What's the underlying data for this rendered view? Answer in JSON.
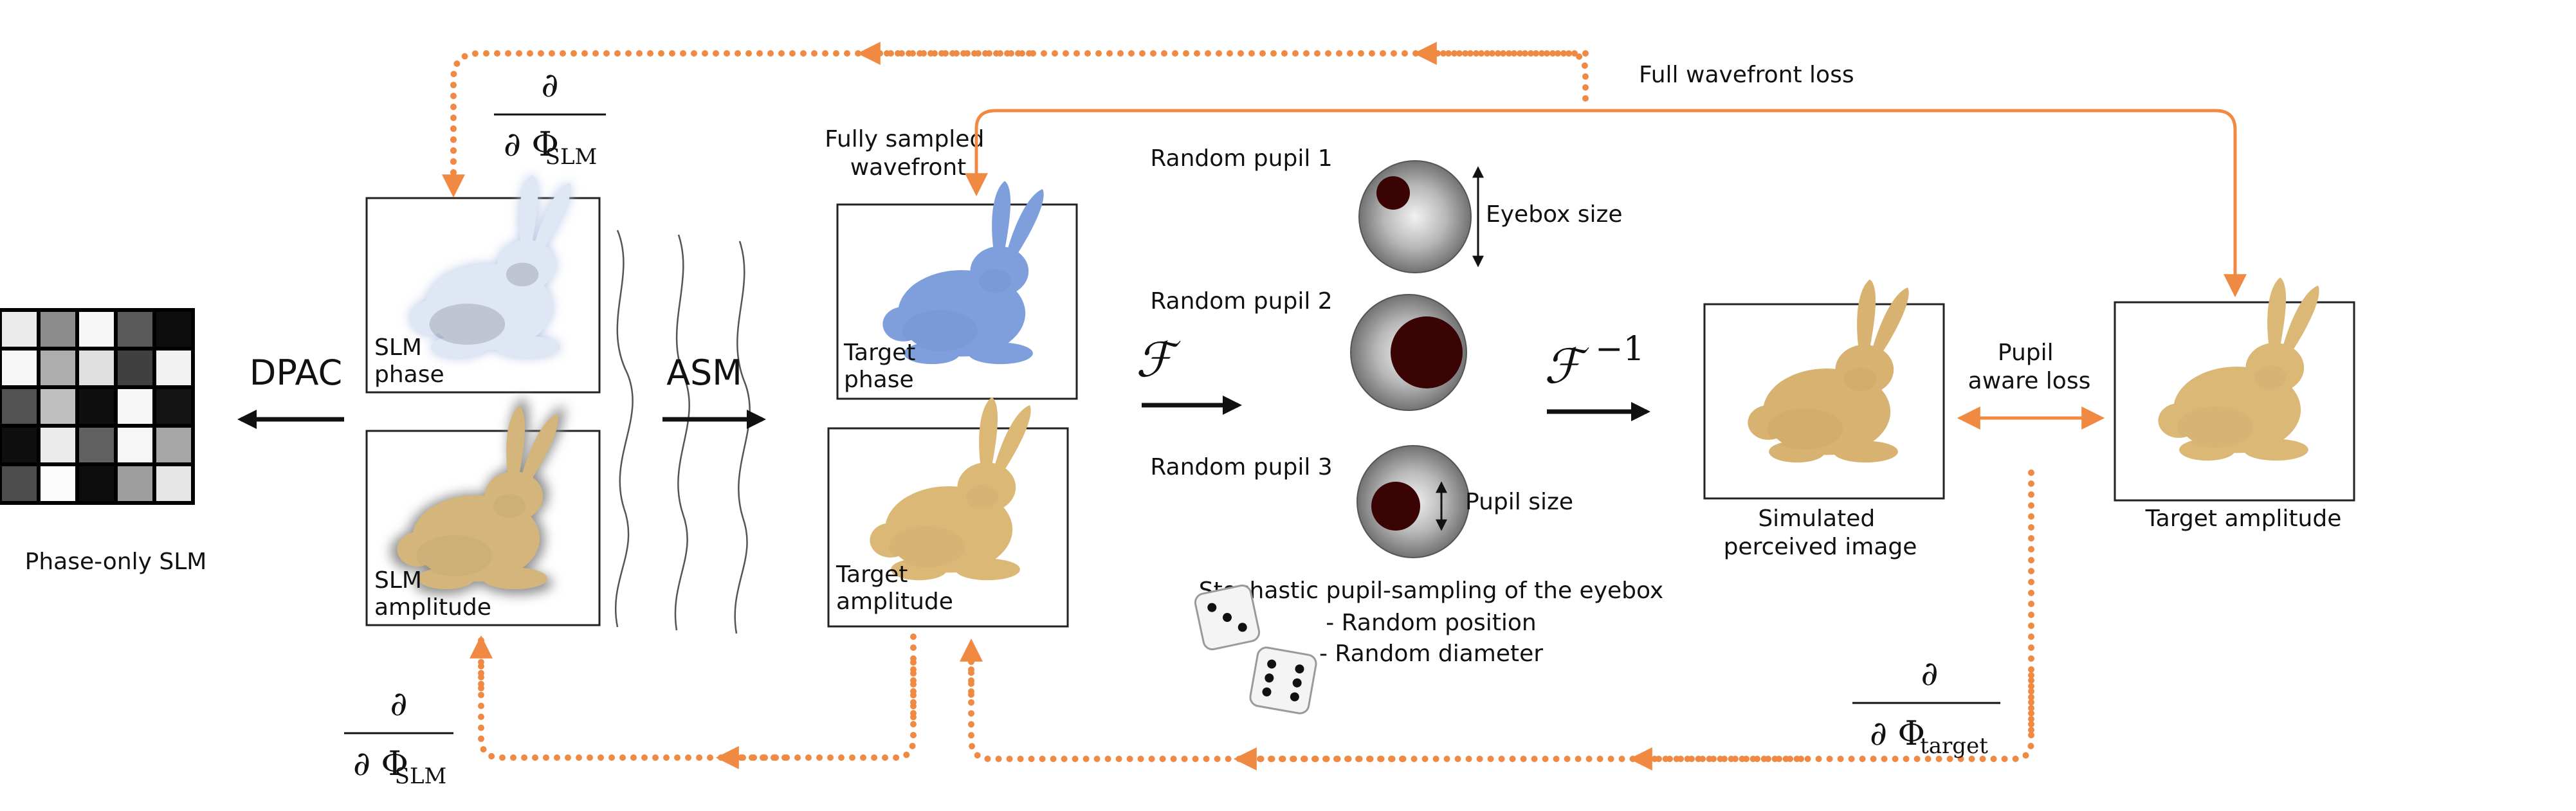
{
  "labels": {
    "slm_caption": "Phase-only SLM",
    "dpac": "DPAC",
    "asm": "ASM",
    "slm_phase": [
      "SLM",
      "phase"
    ],
    "slm_amplitude": [
      "SLM",
      "amplitude"
    ],
    "fully_sampled": [
      "Fully sampled",
      "wavefront"
    ],
    "target_phase": [
      "Target",
      "phase"
    ],
    "target_amplitude_small": [
      "Target",
      "amplitude"
    ],
    "random_pupil_1": "Random pupil 1",
    "random_pupil_2": "Random pupil 2",
    "random_pupil_3": "Random pupil 3",
    "eyebox_size": "Eyebox size",
    "pupil_size": "Pupil size",
    "stochastic": [
      "Stochastic pupil-sampling of the eyebox",
      "- Random position",
      "- Random diameter"
    ],
    "simulated": [
      "Simulated",
      "perceived image"
    ],
    "pupil_aware_loss": [
      "Pupil",
      "aware loss"
    ],
    "target_amplitude": "Target amplitude",
    "full_wavefront_loss": "Full wavefront loss"
  },
  "math": {
    "partial": "∂",
    "phi": "∂ Φ",
    "sub_slm": "SLM",
    "sub_target": "target",
    "fourier": "ℱ",
    "inverse_fourier": "ℱ",
    "inverse_exp": "−1"
  },
  "slm_grid": [
    [
      0.92,
      0.55,
      0.97,
      0.35,
      0.05
    ],
    [
      0.97,
      0.68,
      0.88,
      0.25,
      0.95
    ],
    [
      0.32,
      0.75,
      0.06,
      0.97,
      0.08
    ],
    [
      0.06,
      0.92,
      0.38,
      0.97,
      0.65
    ],
    [
      0.3,
      0.99,
      0.05,
      0.62,
      0.9
    ]
  ],
  "colors": {
    "accent": "#f08a43",
    "slm_phase_bunny": "#dfe7f5",
    "target_phase_bunny": "#7f9fdc",
    "amplitude_bunny": "#dcb877",
    "pupil": "#3a0404"
  }
}
